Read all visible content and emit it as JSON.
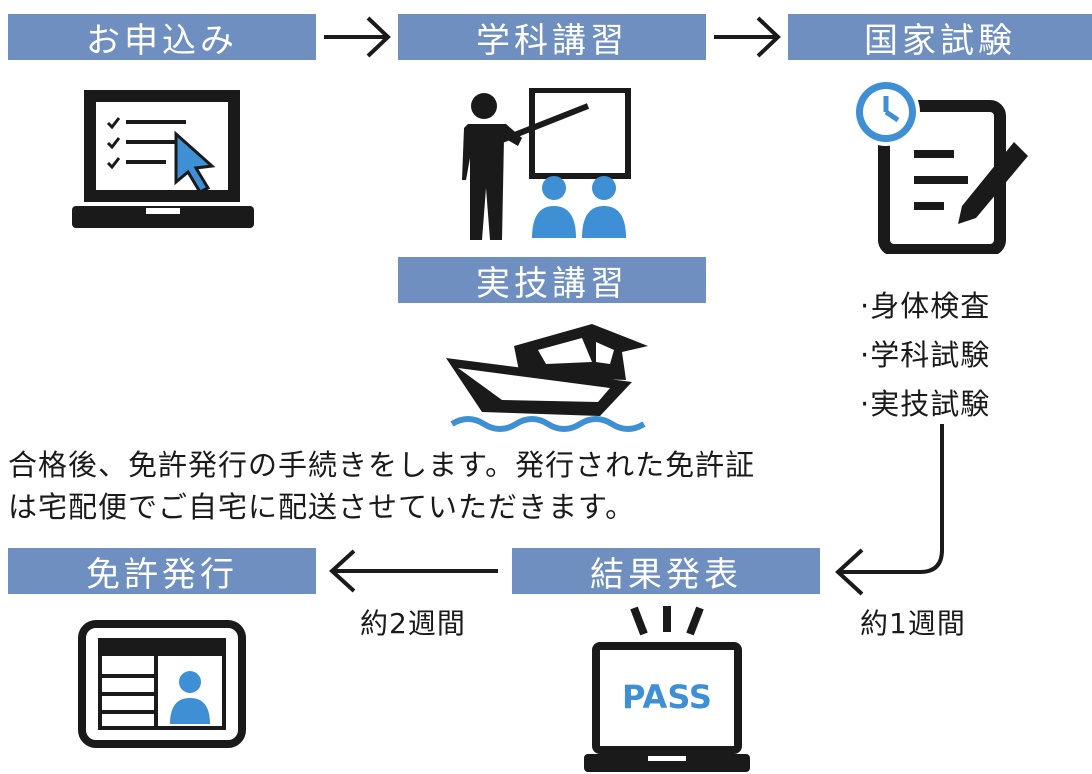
{
  "steps": {
    "apply": "お申込み",
    "academic": "学科講習",
    "exam": "国家試験",
    "practical": "実技講習",
    "result": "結果発表",
    "license": "免許発行"
  },
  "exam_items": [
    "·身体検査",
    "·学科試験",
    "·実技試験"
  ],
  "note_lines": [
    "合格後、免許発行の手続きをします。発行された免許証",
    "は宅配便でご自宅に配送させていただきます。"
  ],
  "durations": {
    "to_result": "約1週間",
    "to_license": "約2週間"
  },
  "pass_label": "PASS",
  "colors": {
    "bar": "#6e8fbf",
    "accent": "#3e8fd4",
    "ink": "#1a1a1a"
  },
  "icons": [
    "laptop-checklist-icon",
    "lecture-icon",
    "exam-sheet-clock-icon",
    "boat-icon",
    "license-card-icon",
    "laptop-pass-icon"
  ]
}
